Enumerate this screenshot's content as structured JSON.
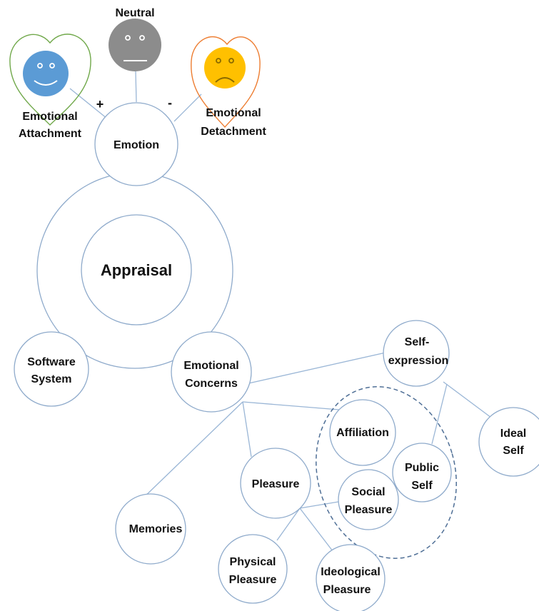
{
  "moods": {
    "positive": {
      "label_line1": "Emotional",
      "label_line2": "Attachment",
      "color": "#5b9bd5",
      "heart_color": "#70a84a",
      "sign": "+"
    },
    "neutral": {
      "label": "Neutral",
      "color": "#8c8c8c"
    },
    "negative": {
      "label_line1": "Emotional",
      "label_line2": "Detachment",
      "color": "#ffc000",
      "heart_color": "#ed7d31",
      "sign": "-"
    }
  },
  "nodes": {
    "emotion": "Emotion",
    "appraisal": "Appraisal",
    "software_system": {
      "line1": "Software",
      "line2": "System"
    },
    "emotional_concerns": {
      "line1": "Emotional",
      "line2": "Concerns"
    },
    "self_expression": {
      "line1": "Self-",
      "line2": "expression"
    },
    "affiliation": "Affiliation",
    "ideal_self": {
      "line1": "Ideal",
      "line2": "Self"
    },
    "public_self": {
      "line1": "Public",
      "line2": "Self"
    },
    "pleasure": "Pleasure",
    "social_pleasure": {
      "line1": "Social",
      "line2": "Pleasure"
    },
    "memories": "Memories",
    "physical_pleasure": {
      "line1": "Physical",
      "line2": "Pleasure"
    },
    "ideological_pleasure": {
      "line1": "Ideological",
      "line2": "Pleasure"
    }
  },
  "colors": {
    "node_stroke": "#8eaacb",
    "edge": "#9ab6d6",
    "dashed_group": "#4f6f96"
  }
}
